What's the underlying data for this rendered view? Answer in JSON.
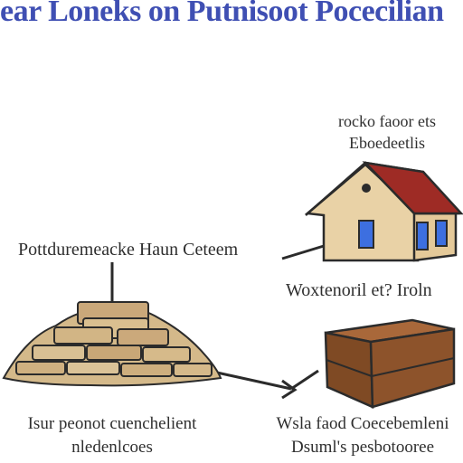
{
  "title": "ear Loneks on Putnisoot Pocecilian",
  "labels": {
    "house_top_line1": "rocko faoor ets",
    "house_top_line2": "Eboedeetlis",
    "pile_label": "Pottduremeacke Haun Ceteem",
    "box_top_label": "Woxtenoril et? Iroln",
    "bottom_left_line1": "Isur peonot cuenchelient",
    "bottom_left_line2": "nledenlcoes",
    "bottom_right_line1": "Wsla faod Coecebemleni",
    "bottom_right_line2": "Dsuml's pesbotooree"
  },
  "colors": {
    "title": "#3f4fb3",
    "roof": "#9e2b25",
    "wall": "#e9d2a6",
    "window": "#3d6fe0",
    "box_top": "#a9683a",
    "box_side": "#7f4a24",
    "pile": "#d4b98a",
    "outline": "#2b2b2b"
  },
  "icons": [
    "house-icon",
    "box-icon",
    "lumber-pile-icon",
    "arrow-icon"
  ]
}
